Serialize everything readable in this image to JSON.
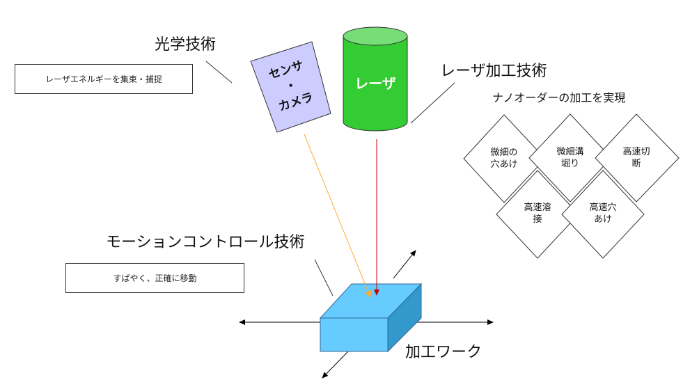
{
  "labels": {
    "optics": "光学技術",
    "laser_tech": "レーザ加工技術",
    "motion": "モーションコントロール技術",
    "workpiece": "加工ワーク"
  },
  "boxes": {
    "optics_desc": "レーザエネルギーを集束・捕捉",
    "motion_desc": "すばやく、正確に移動"
  },
  "sensor": {
    "line1": "センサ",
    "line2": "・",
    "line3": "カメラ"
  },
  "laser": {
    "label": "レーザ"
  },
  "nano": {
    "title": "ナノオーダーの加工を実現",
    "items": [
      {
        "line1": "微細の",
        "line2": "穴あけ"
      },
      {
        "line1": "微細溝",
        "line2": "堀り"
      },
      {
        "line1": "高速切",
        "line2": "断"
      },
      {
        "line1": "高速溶",
        "line2": "接"
      },
      {
        "line1": "高速穴",
        "line2": "あけ"
      }
    ]
  },
  "colors": {
    "laser_green": "#33cc33",
    "laser_top": "#77dd77",
    "sensor_fill": "#ccccff",
    "work_top": "#66ccff",
    "work_side": "#3399cc",
    "beam_red": "#cc0000",
    "beam_orange": "#ffaa33"
  }
}
